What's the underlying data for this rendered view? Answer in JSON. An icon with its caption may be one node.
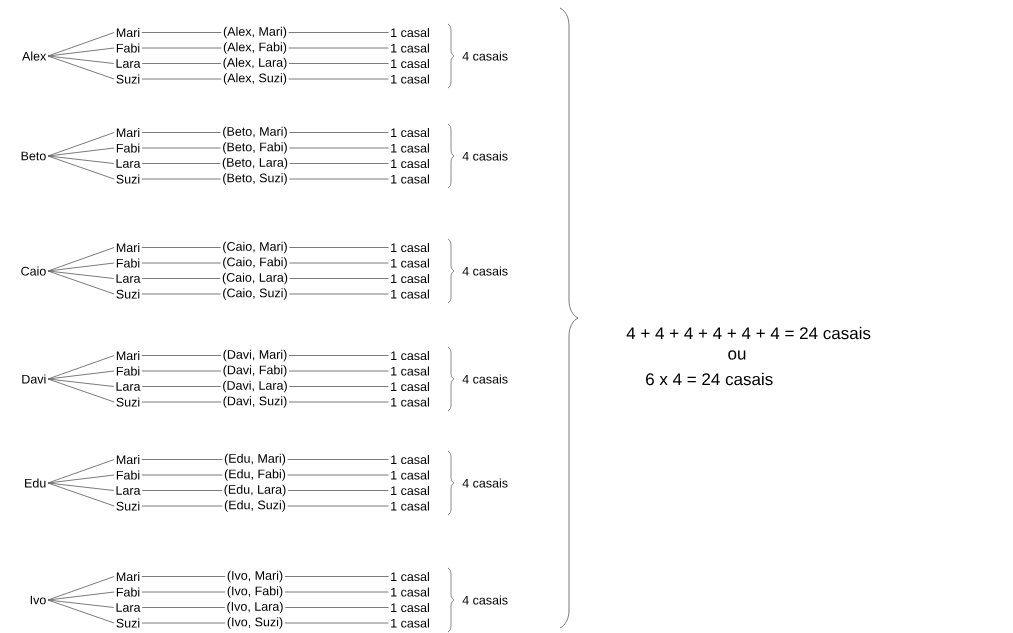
{
  "diagram": {
    "nodes": [
      {
        "text": [
          "Alex"
        ]
      },
      {
        "text": [
          "Mari"
        ]
      },
      {
        "text": [
          "(Alex, Mari)"
        ]
      },
      {
        "text": [
          "1 casal"
        ]
      },
      {
        "text": [
          "Fabi"
        ]
      },
      {
        "text": [
          "(Alex, Fabi)"
        ]
      },
      {
        "text": [
          "1 casal"
        ]
      },
      {
        "text": [
          "Lara"
        ]
      },
      {
        "text": [
          "(Alex, Lara)"
        ]
      },
      {
        "text": [
          "1 casal"
        ]
      },
      {
        "text": [
          "Suzi"
        ]
      },
      {
        "text": [
          "(Alex, Suzi)"
        ]
      },
      {
        "text": [
          "1 casal"
        ]
      },
      {
        "text": [
          "Beto"
        ]
      },
      {
        "text": [
          "Mari"
        ]
      },
      {
        "text": [
          "(Beto, Mari)"
        ]
      },
      {
        "text": [
          "1 casal"
        ]
      },
      {
        "text": [
          "Fabi"
        ]
      },
      {
        "text": [
          "(Beto, Fabi)"
        ]
      },
      {
        "text": [
          "1 casal"
        ]
      },
      {
        "text": [
          "Lara"
        ]
      },
      {
        "text": [
          "(Beto, Lara)"
        ]
      },
      {
        "text": [
          "1 casal"
        ]
      },
      {
        "text": [
          "Suzi"
        ]
      },
      {
        "text": [
          "(Beto, Suzi)"
        ]
      },
      {
        "text": [
          "1 casal"
        ]
      },
      {
        "text": [
          "Caio"
        ]
      },
      {
        "text": [
          "Mari"
        ]
      },
      {
        "text": [
          "(Caio, Mari)"
        ]
      },
      {
        "text": [
          "1 casal"
        ]
      },
      {
        "text": [
          "Fabi"
        ]
      },
      {
        "text": [
          "(Caio, Fabi)"
        ]
      },
      {
        "text": [
          "1 casal"
        ]
      },
      {
        "text": [
          "Lara"
        ]
      },
      {
        "text": [
          "(Caio, Lara)"
        ]
      },
      {
        "text": [
          "1 casal"
        ]
      },
      {
        "text": [
          "Suzi"
        ]
      },
      {
        "text": [
          "(Caio, Suzi)"
        ]
      },
      {
        "text": [
          "1 casal"
        ]
      },
      {
        "text": [
          "Davi"
        ]
      },
      {
        "text": [
          "Mari"
        ]
      },
      {
        "text": [
          "(Davi, Mari)"
        ]
      },
      {
        "text": [
          "1 casal"
        ]
      },
      {
        "text": [
          "Fabi"
        ]
      },
      {
        "text": [
          "(Davi, Fabi)"
        ]
      },
      {
        "text": [
          "1 casal"
        ]
      },
      {
        "text": [
          "Lara"
        ]
      },
      {
        "text": [
          "(Davi, Lara)"
        ]
      },
      {
        "text": [
          "1 casal"
        ]
      },
      {
        "text": [
          "Suzi"
        ]
      },
      {
        "text": [
          "(Davi, Suzi)"
        ]
      },
      {
        "text": [
          "1 casal"
        ]
      },
      {
        "text": [
          "Edu"
        ]
      },
      {
        "text": [
          "Mari"
        ]
      },
      {
        "text": [
          "(Edu, Mari)"
        ]
      },
      {
        "text": [
          "1 casal"
        ]
      },
      {
        "text": [
          "Fabi"
        ]
      },
      {
        "text": [
          "(Edu, Fabi)"
        ]
      },
      {
        "text": [
          "1 casal"
        ]
      },
      {
        "text": [
          "Lara"
        ]
      },
      {
        "text": [
          "(Edu, Lara)"
        ]
      },
      {
        "text": [
          "1 casal"
        ]
      },
      {
        "text": [
          "Suzi"
        ]
      },
      {
        "text": [
          "(Edu, Suzi)"
        ]
      },
      {
        "text": [
          "1 casal"
        ]
      },
      {
        "text": [
          "Ivo"
        ]
      },
      {
        "text": [
          "Mari"
        ]
      },
      {
        "text": [
          "(Ivo, Mari)"
        ]
      },
      {
        "text": [
          "1 casal"
        ]
      },
      {
        "text": [
          "Fabi"
        ]
      },
      {
        "text": [
          "(Ivo, Fabi)"
        ]
      },
      {
        "text": [
          "1 casal"
        ]
      },
      {
        "text": [
          "Lara"
        ]
      },
      {
        "text": [
          "(Ivo, Lara)"
        ]
      },
      {
        "text": [
          "1 casal"
        ]
      },
      {
        "text": [
          "Suzi"
        ]
      },
      {
        "text": [
          "(Ivo, Suzi)"
        ]
      },
      {
        "text": [
          "1 casal"
        ]
      }
    ],
    "edges": [
      {
        "from": 0,
        "to": 1,
        "arrow": "none"
      },
      {
        "from": 1,
        "to": 2,
        "arrow": "none"
      },
      {
        "from": 2,
        "to": 3,
        "arrow": "none"
      },
      {
        "from": 0,
        "to": 4,
        "arrow": "none"
      },
      {
        "from": 4,
        "to": 5,
        "arrow": "none"
      },
      {
        "from": 5,
        "to": 6,
        "arrow": "none"
      },
      {
        "from": 0,
        "to": 7,
        "arrow": "none"
      },
      {
        "from": 7,
        "to": 8,
        "arrow": "none"
      },
      {
        "from": 8,
        "to": 9,
        "arrow": "none"
      },
      {
        "from": 0,
        "to": 10,
        "arrow": "none"
      },
      {
        "from": 10,
        "to": 11,
        "arrow": "none"
      },
      {
        "from": 11,
        "to": 12,
        "arrow": "none"
      },
      {
        "from": 13,
        "to": 14,
        "arrow": "none"
      },
      {
        "from": 14,
        "to": 15,
        "arrow": "none"
      },
      {
        "from": 15,
        "to": 16,
        "arrow": "none"
      },
      {
        "from": 13,
        "to": 17,
        "arrow": "none"
      },
      {
        "from": 17,
        "to": 18,
        "arrow": "none"
      },
      {
        "from": 18,
        "to": 19,
        "arrow": "none"
      },
      {
        "from": 13,
        "to": 20,
        "arrow": "none"
      },
      {
        "from": 20,
        "to": 21,
        "arrow": "none"
      },
      {
        "from": 21,
        "to": 22,
        "arrow": "none"
      },
      {
        "from": 13,
        "to": 23,
        "arrow": "none"
      },
      {
        "from": 23,
        "to": 24,
        "arrow": "none"
      },
      {
        "from": 24,
        "to": 25,
        "arrow": "none"
      },
      {
        "from": 26,
        "to": 27,
        "arrow": "none"
      },
      {
        "from": 27,
        "to": 28,
        "arrow": "none"
      },
      {
        "from": 28,
        "to": 29,
        "arrow": "none"
      },
      {
        "from": 26,
        "to": 30,
        "arrow": "none"
      },
      {
        "from": 30,
        "to": 31,
        "arrow": "none"
      },
      {
        "from": 31,
        "to": 32,
        "arrow": "none"
      },
      {
        "from": 26,
        "to": 33,
        "arrow": "none"
      },
      {
        "from": 33,
        "to": 34,
        "arrow": "none"
      },
      {
        "from": 34,
        "to": 35,
        "arrow": "none"
      },
      {
        "from": 26,
        "to": 36,
        "arrow": "none"
      },
      {
        "from": 36,
        "to": 37,
        "arrow": "none"
      },
      {
        "from": 37,
        "to": 38,
        "arrow": "none"
      },
      {
        "from": 39,
        "to": 40,
        "arrow": "none"
      },
      {
        "from": 40,
        "to": 41,
        "arrow": "none"
      },
      {
        "from": 41,
        "to": 42,
        "arrow": "none"
      },
      {
        "from": 39,
        "to": 43,
        "arrow": "none"
      },
      {
        "from": 43,
        "to": 44,
        "arrow": "none"
      },
      {
        "from": 44,
        "to": 45,
        "arrow": "none"
      },
      {
        "from": 39,
        "to": 46,
        "arrow": "none"
      },
      {
        "from": 46,
        "to": 47,
        "arrow": "none"
      },
      {
        "from": 47,
        "to": 48,
        "arrow": "none"
      },
      {
        "from": 39,
        "to": 49,
        "arrow": "none"
      },
      {
        "from": 49,
        "to": 50,
        "arrow": "none"
      },
      {
        "from": 50,
        "to": 51,
        "arrow": "none"
      },
      {
        "from": 52,
        "to": 53,
        "arrow": "none"
      },
      {
        "from": 53,
        "to": 54,
        "arrow": "none"
      },
      {
        "from": 54,
        "to": 55,
        "arrow": "none"
      },
      {
        "from": 52,
        "to": 56,
        "arrow": "none"
      },
      {
        "from": 56,
        "to": 57,
        "arrow": "none"
      },
      {
        "from": 57,
        "to": 58,
        "arrow": "none"
      },
      {
        "from": 52,
        "to": 59,
        "arrow": "none"
      },
      {
        "from": 59,
        "to": 60,
        "arrow": "none"
      },
      {
        "from": 60,
        "to": 61,
        "arrow": "none"
      },
      {
        "from": 52,
        "to": 62,
        "arrow": "none"
      },
      {
        "from": 62,
        "to": 63,
        "arrow": "none"
      },
      {
        "from": 63,
        "to": 64,
        "arrow": "none"
      },
      {
        "from": 65,
        "to": 66,
        "arrow": "none"
      },
      {
        "from": 66,
        "to": 67,
        "arrow": "none"
      },
      {
        "from": 67,
        "to": 68,
        "arrow": "none"
      },
      {
        "from": 65,
        "to": 69,
        "arrow": "none"
      },
      {
        "from": 69,
        "to": 70,
        "arrow": "none"
      },
      {
        "from": 70,
        "to": 71,
        "arrow": "none"
      },
      {
        "from": 65,
        "to": 72,
        "arrow": "none"
      },
      {
        "from": 72,
        "to": 73,
        "arrow": "none"
      },
      {
        "from": 73,
        "to": 74,
        "arrow": "none"
      },
      {
        "from": 65,
        "to": 75,
        "arrow": "none"
      },
      {
        "from": 75,
        "to": 76,
        "arrow": "none"
      },
      {
        "from": 76,
        "to": 77,
        "arrow": "none"
      }
    ],
    "labels": [
      "4 casais",
      "4 casais",
      "4 casais",
      "4 casais",
      "4 casais",
      "4 casais",
      "4 + 4 + 4 + 4 + 4 + 4 = 24 casais",
      "ou",
      "6 x 4 = 24 casais"
    ]
  }
}
